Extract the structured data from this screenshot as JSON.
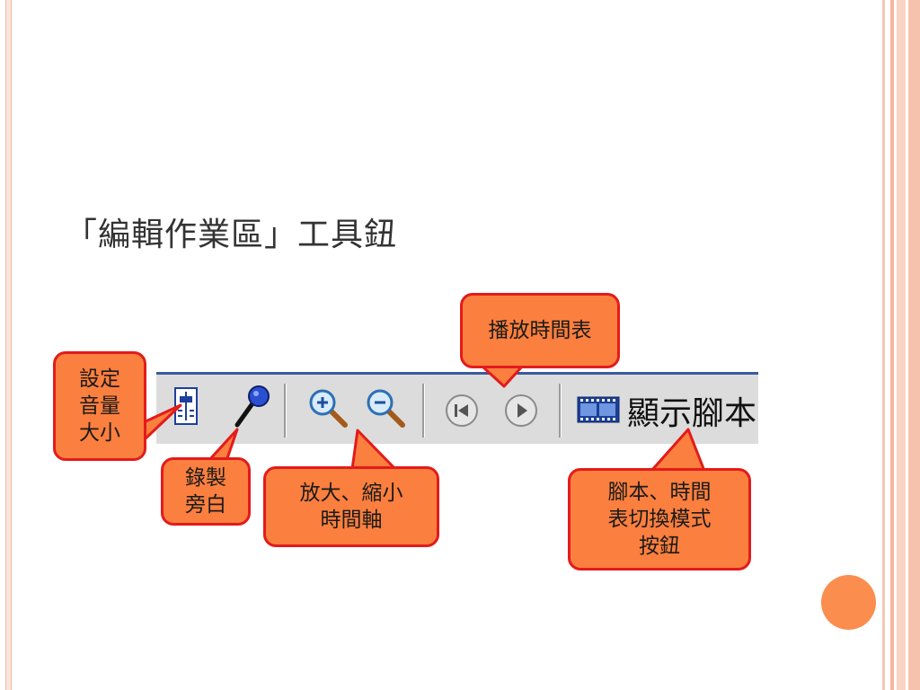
{
  "slide": {
    "title": "「編輯作業區」工具鈕"
  },
  "toolbar": {
    "buttons": [
      {
        "name": "volume-slider-icon"
      },
      {
        "name": "microphone-icon"
      },
      {
        "name": "zoom-in-icon"
      },
      {
        "name": "zoom-out-icon"
      },
      {
        "name": "rewind-icon"
      },
      {
        "name": "play-icon"
      },
      {
        "name": "film-strip-icon"
      }
    ],
    "script_toggle_label": "顯示腳本"
  },
  "callouts": {
    "set_volume": "設定\n音量\n大小",
    "record_narration": "錄製\n旁白",
    "zoom_timeline": "放大、縮小\n時間軸",
    "play_timeline": "播放時間表",
    "script_timeline_toggle": "腳本、時間\n表切換模式\n按鈕"
  },
  "colors": {
    "callout_fill": "#fb7f3e",
    "callout_border": "#e31b1b",
    "toolbar_bg": "#dcdcdc",
    "toolbar_top_border": "#3b5b9f",
    "accent_dot": "#fb8d4f"
  }
}
